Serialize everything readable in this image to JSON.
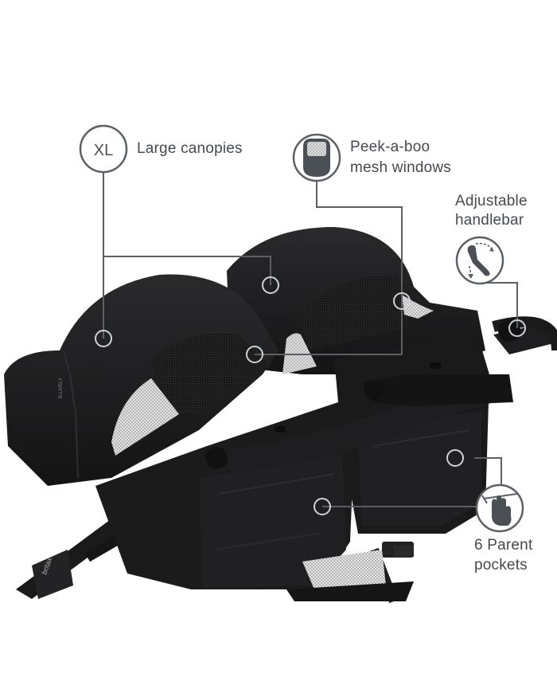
{
  "features": {
    "canopies": {
      "badge": "XL",
      "label": "Large canopies",
      "icon": "xl-badge-icon"
    },
    "mesh_windows": {
      "line1": "Peek-a-boo",
      "line2": "mesh windows",
      "icon": "mesh-window-icon"
    },
    "handlebar": {
      "line1": "Adjustable",
      "line2": "handlebar",
      "icon": "adjustable-handlebar-icon"
    },
    "pockets": {
      "line1": "6 Parent",
      "line2": "pockets",
      "icon": "hand-pocket-icon"
    }
  },
  "product": {
    "side_label": "B-LIVELY",
    "brand": "britax"
  },
  "colors": {
    "callout_line": "#5a6066",
    "stroller_fabric": "#1c1c1e",
    "mesh": "#d9d9d9"
  }
}
